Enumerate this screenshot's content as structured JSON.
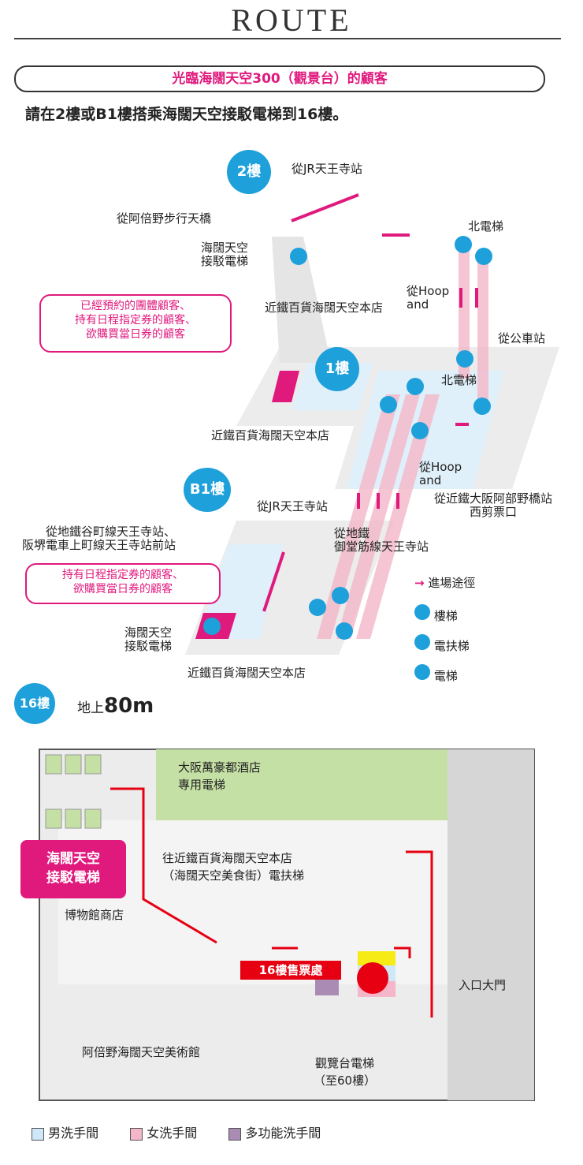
{
  "header": {
    "title": "ROUTE",
    "banner": "光臨海闊天空300（觀景台）的顧客",
    "instruction": "請在2樓或B1樓搭乘海闊天空接駁電梯到16樓。"
  },
  "floor2": {
    "badge": "2樓",
    "from_jr": "從JR天王寺站",
    "from_walkway": "從阿倍野步行天橋",
    "shuttle_elevator": "海闊天空\n接駁電梯",
    "north_elevator": "北電梯",
    "from_hoop": "從Hoop\nand",
    "store": "近鐵百貨海闊天空本店",
    "note": "已經預約的團體顧客、\n持有日程指定券的顧客、\n欲購買當日券的顧客"
  },
  "floor1": {
    "badge": "1樓",
    "from_bus": "從公車站",
    "north_elevator": "北電梯",
    "store": "近鐵百貨海闊天空本店",
    "from_hoop": "從Hoop\nand",
    "from_kintetsu": "從近鐵大阪阿部野橋站\n西剪票口"
  },
  "floorB1": {
    "badge": "B1樓",
    "from_jr": "從JR天王寺站",
    "from_subway": "從地鐵谷町線天王寺站、\n阪堺電車上町線天王寺站前站",
    "from_midosuji": "從地鐵\n御堂筋線天王寺站",
    "note": "持有日程指定券的顧客、\n欲購買當日券的顧客",
    "shuttle_elevator": "海闊天空\n接駁電梯",
    "store": "近鐵百貨海闊天空本店"
  },
  "legend_top": [
    {
      "icon": "arrow",
      "label": "進場途徑"
    },
    {
      "icon": "stairs",
      "label": "樓梯"
    },
    {
      "icon": "escalator",
      "label": "電扶梯"
    },
    {
      "icon": "elevator",
      "label": "電梯"
    }
  ],
  "floor16": {
    "badge": "16樓",
    "height_prefix": "地上",
    "height_value": "80m",
    "hotel_elevator": "大阪萬豪都酒店\n專用電梯",
    "to_store": "往近鐵百貨海闊天空本店\n（海闊天空美食街）電扶梯",
    "shuttle_elevator": "海闊天空\n接駁電梯",
    "museum_shop": "博物館商店",
    "ticket_office": "16樓售票處",
    "entrance": "入口大門",
    "art_museum": "阿倍野海闊天空美術館",
    "observatory_elevator": "觀覽台電梯\n（至60樓）"
  },
  "legend_bottom": [
    {
      "label": "男洗手間",
      "color": "#cfe8f7"
    },
    {
      "label": "女洗手間",
      "color": "#f4b6c8"
    },
    {
      "label": "多功能洗手間",
      "color": "#a98bb3"
    }
  ],
  "colors": {
    "accent": "#e0197d",
    "blue": "#1ea0db",
    "red": "#e60012",
    "green": "#c5e0a5"
  }
}
